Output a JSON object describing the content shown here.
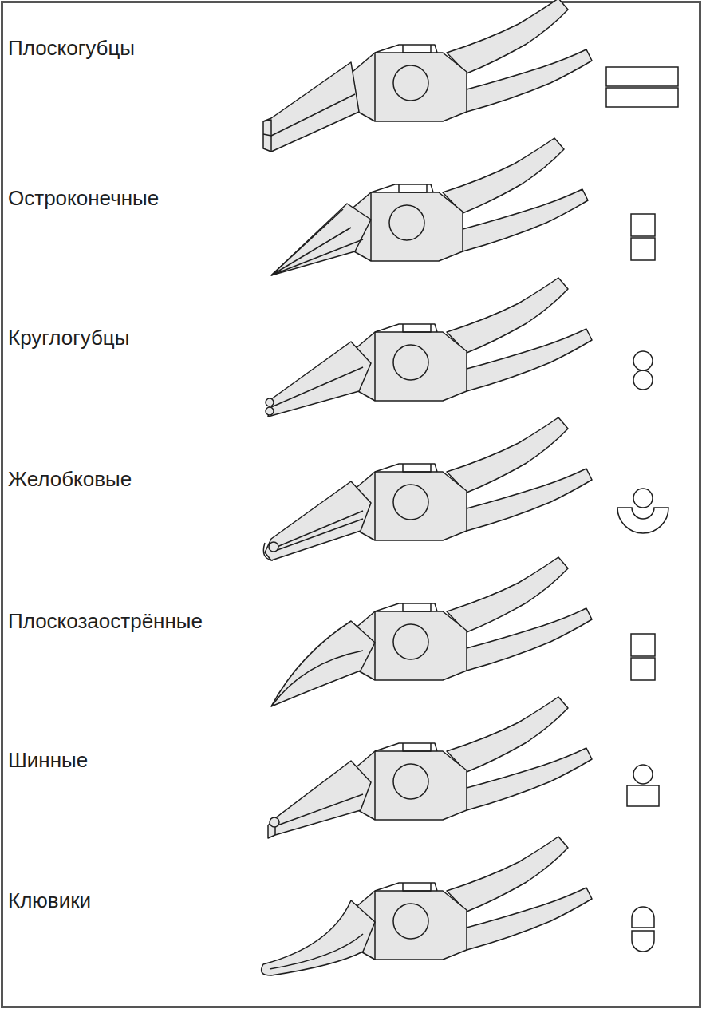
{
  "diagram": {
    "labels": [
      "Плоскогубцы",
      "Остроконечные",
      "Круглогубцы",
      "Желобковые",
      "Плоскозаострённые",
      "Шинные",
      "Клювики"
    ]
  }
}
